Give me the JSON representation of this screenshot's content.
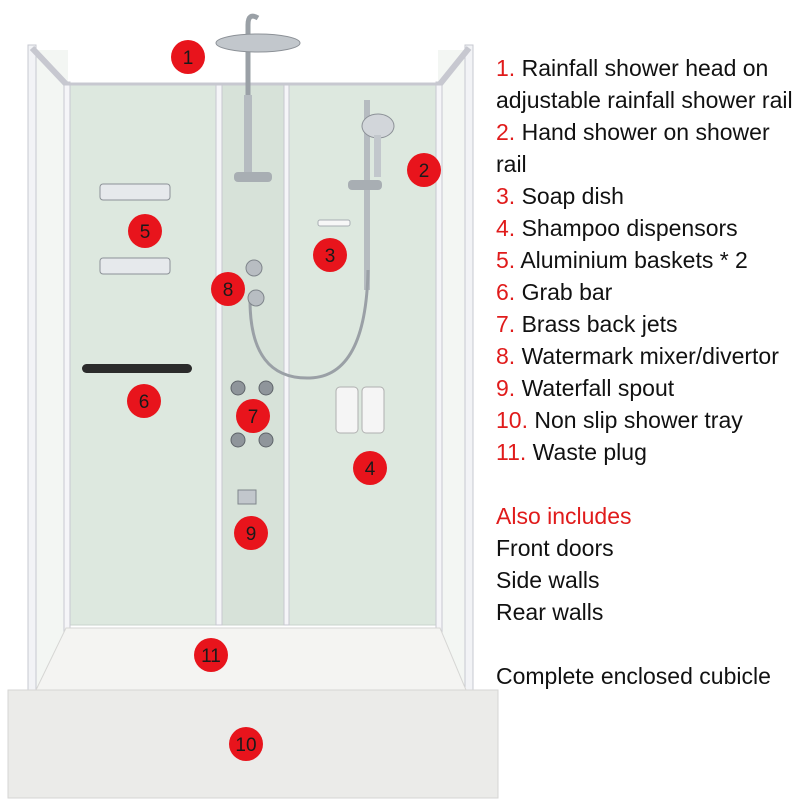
{
  "colors": {
    "badge": "#e8141c",
    "badge_text": "#1a1a1a",
    "label_number": "#e01b1b",
    "label_text": "#111111",
    "panel": "#dde8df",
    "frame": "#f2f3f6",
    "tray": "#ebebe9"
  },
  "badges": [
    "1",
    "2",
    "3",
    "4",
    "5",
    "6",
    "7",
    "8",
    "9",
    "10",
    "11"
  ],
  "legend": [
    {
      "num": "1.",
      "text": "Rainfall shower head on adjustable rainfall shower rail"
    },
    {
      "num": "2.",
      "text": "Hand shower on shower rail"
    },
    {
      "num": "3.",
      "text": "Soap dish"
    },
    {
      "num": "4.",
      "text": "Shampoo dispensors"
    },
    {
      "num": "5.",
      "text": "Aluminium baskets * 2"
    },
    {
      "num": "6.",
      "text": "Grab bar"
    },
    {
      "num": "7.",
      "text": "Brass back jets"
    },
    {
      "num": "8.",
      "text": "Watermark mixer/divertor"
    },
    {
      "num": "9.",
      "text": "Waterfall spout"
    },
    {
      "num": "10.",
      "text": "Non slip shower tray"
    },
    {
      "num": "11.",
      "text": "Waste plug"
    }
  ],
  "also_includes": {
    "heading": "Also includes",
    "items": [
      "Front doors",
      "Side walls",
      "Rear walls"
    ],
    "footer": "Complete enclosed cubicle"
  }
}
